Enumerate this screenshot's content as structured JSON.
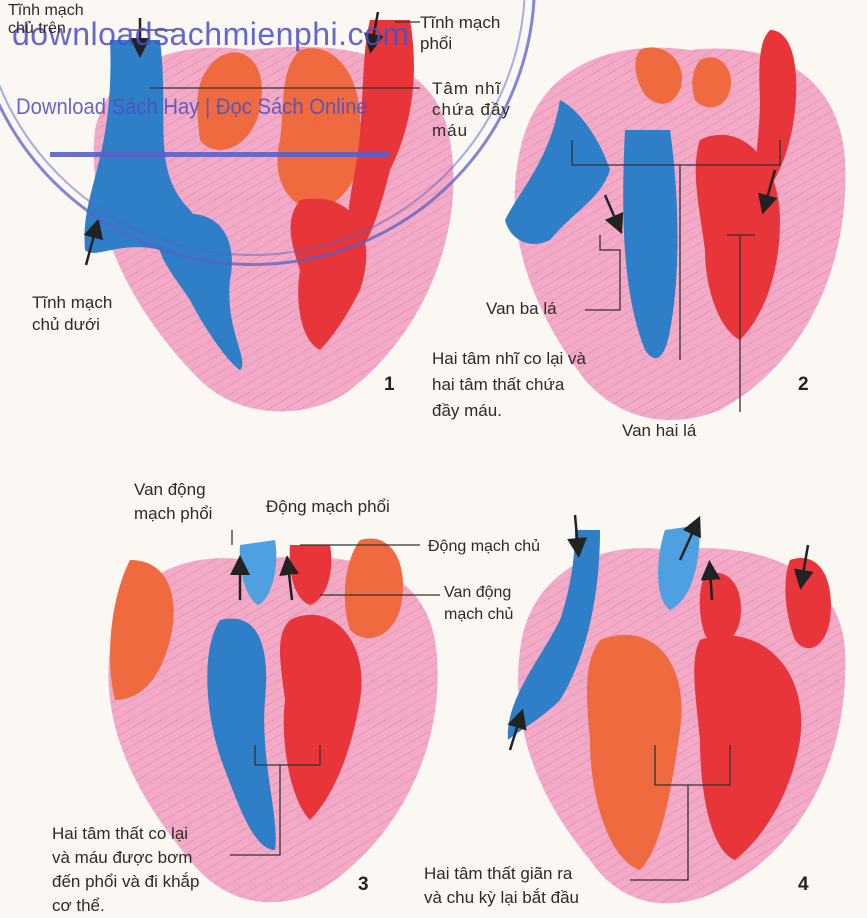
{
  "watermark": {
    "url": "downloadsachmienphi.com",
    "tagline": "Download Sách Hay | Đọc Sách Online"
  },
  "panels": [
    {
      "number": "1",
      "labels": {
        "svc": "Tĩnh mạch\nchủ trên",
        "pulm_vein": "Tĩnh mạch\nphổi",
        "atria_full": "Tâm  nhĩ\nchứa đầy\nmáu",
        "ivc": "Tĩnh mạch\nchủ dưới"
      }
    },
    {
      "number": "2",
      "labels": {
        "tricuspid": "Van ba lá",
        "caption": "Hai tâm nhĩ co lại và\nhai tâm thất chứa\nđầy máu.",
        "mitral": "Van hai lá"
      }
    },
    {
      "number": "3",
      "labels": {
        "pulm_valve": "Van động\nmạch phổi",
        "pulm_artery": "Động mạch phổi",
        "aorta": "Động mạch chủ",
        "aortic_valve": "Van động\nmạch chủ",
        "caption": "Hai tâm thất co lại\nvà máu được bơm\nđến phổi và đi khắp\ncơ thể."
      }
    },
    {
      "number": "4",
      "labels": {
        "caption": "Hai tâm thất giãn ra\nvà chu kỳ lại bắt đầu"
      }
    }
  ],
  "colors": {
    "muscle": "#f2a7c3",
    "muscle_dark": "#e37ea8",
    "venous": "#2f7fc8",
    "arterial": "#e8353a",
    "atrium_orange": "#f0643c",
    "leader": "#333333"
  }
}
